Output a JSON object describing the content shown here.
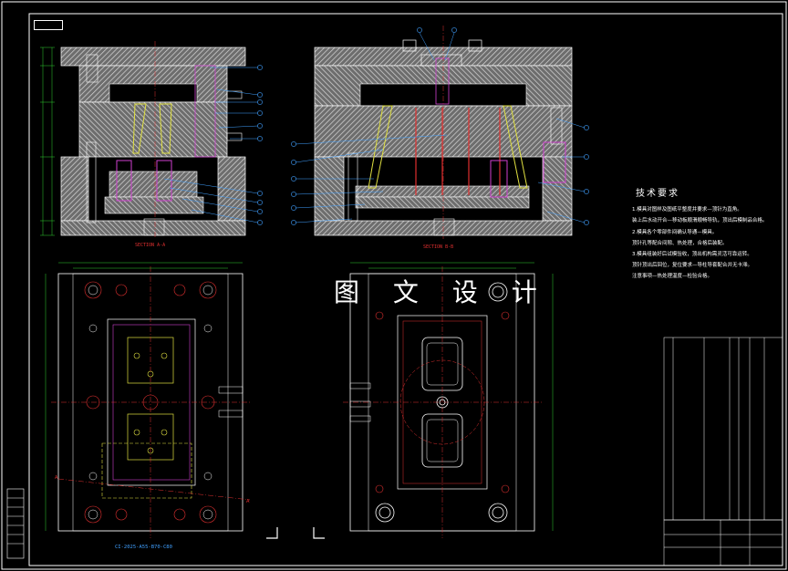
{
  "drawing": {
    "frame_label": "",
    "watermark": "图 文 设 计",
    "section_a_label": "SECTION A-A",
    "section_b_label": "SECTION B-B",
    "moldbase_spec": "CI-2025-A55-B70-C80",
    "technical_requirements": {
      "title": "技术要求",
      "lines": [
        "1.模具对图样及图纸平整度并要求—顶针为直角。",
        "装上后水动开合—移动板顺滑顺畅导轨，顶出后模制品合格。",
        "2.模具各个零部件间确认导通—模具。",
        "顶针孔等配合间隙、热处理，合格后装配。",
        "3.模具组装好后试模验收，顶出机构需灵活可靠运转。",
        "顶针顶出后回位，复位要求—导柱导套配合并无卡滞。",
        "注意事项—热处理温度—检验合格。"
      ]
    },
    "title_block": {
      "drawing_name": "",
      "company": "",
      "drawing_number": ""
    },
    "colors": {
      "background": "#000000",
      "outline": "#ffffff",
      "hatch": "#bfbfbf",
      "centerline": "#e03030",
      "cavity": "#e0e040",
      "ejector": "#d040d0",
      "leader": "#40a0ff",
      "dimension": "#30d030",
      "cooling": "#30c0ff"
    }
  }
}
